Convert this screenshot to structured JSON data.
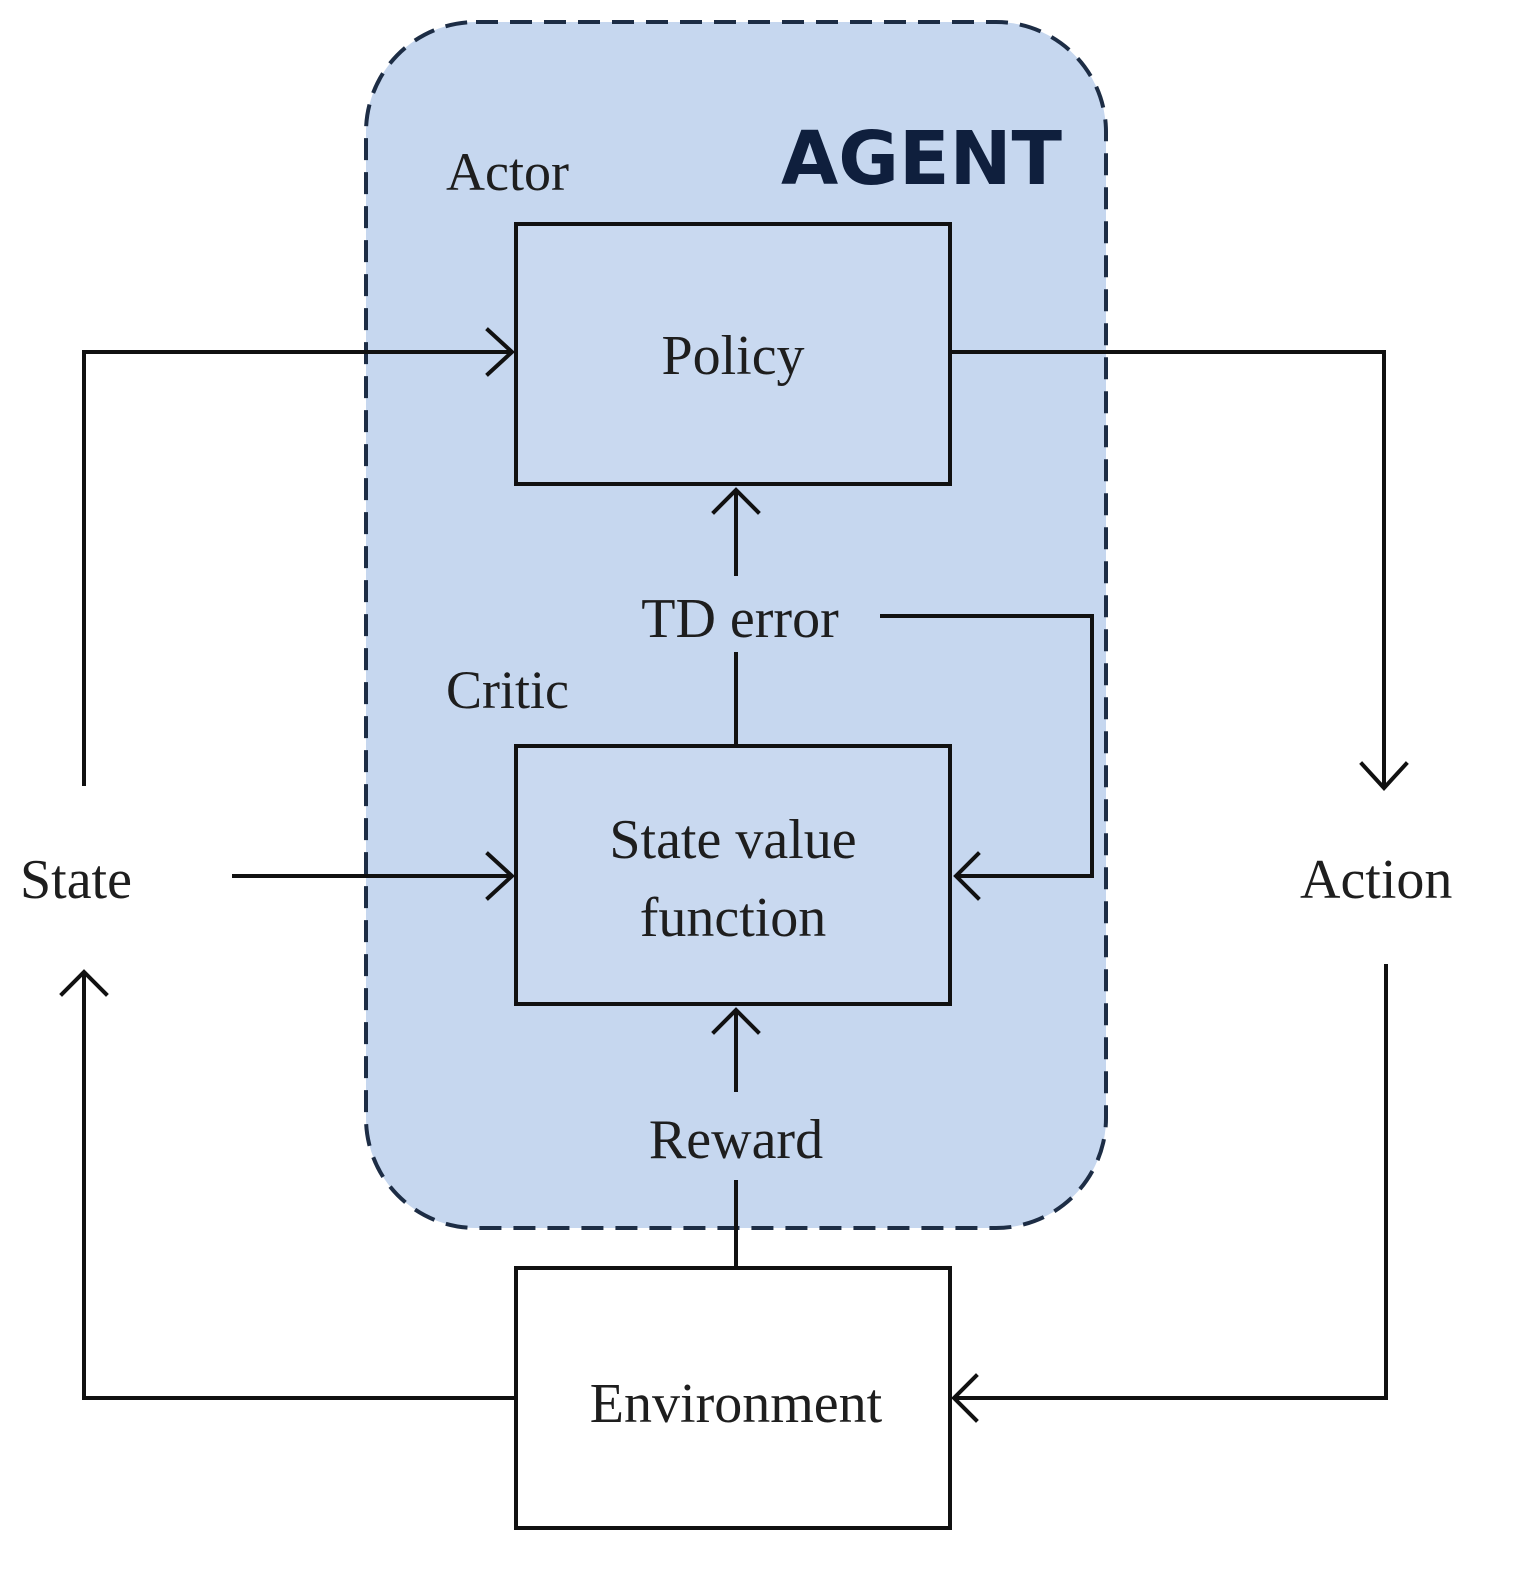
{
  "diagram": {
    "agent_label": "AGENT",
    "actor_label": "Actor",
    "critic_label": "Critic",
    "policy_label": "Policy",
    "value_function_label_line1": "State value",
    "value_function_label_line2": "function",
    "td_error_label": "TD error",
    "reward_label": "Reward",
    "environment_label": "Environment",
    "state_label": "State",
    "action_label": "Action"
  },
  "colors": {
    "agent_fill": "#c6d7ef",
    "box_fill": "#c9d9f0",
    "agent_border": "#1d2d45",
    "line": "#111111"
  }
}
